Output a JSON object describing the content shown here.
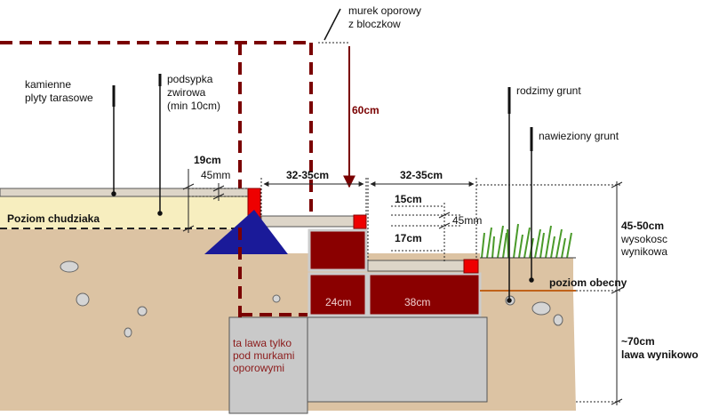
{
  "labels": {
    "murek_line1": "murek oporowy",
    "murek_line2": "z bloczkow",
    "kamienne_line1": "kamienne",
    "kamienne_line2": "plyty tarasowe",
    "podsypka_line1": "podsypka",
    "podsypka_line2": "zwirowa",
    "podsypka_line3": "(min 10cm)",
    "rodzimy": "rodzimy grunt",
    "nawieziony": "nawieziony grunt",
    "dim_60cm": "60cm",
    "dim_19cm": "19cm",
    "dim_45mm_left": "45mm",
    "dim_32_35_left": "32-35cm",
    "dim_32_35_right": "32-35cm",
    "dim_15cm": "15cm",
    "dim_45mm_right": "45mm",
    "dim_17cm": "17cm",
    "poziom_chudziaka": "Poziom chudziaka",
    "poziom_obecny": "poziom obecny",
    "dim_45_50": "45-50cm",
    "wysokosc_line1": "wysokosc",
    "wysokosc_line2": "wynikowa",
    "dim_70cm": "~70cm",
    "lawa_wynikowo": "lawa wynikowo",
    "block_24cm": "24cm",
    "block_38cm": "38cm",
    "lawa_note_line1": "ta lawa tylko",
    "lawa_note_line2": "pod murkami",
    "lawa_note_line3": "oporowymi"
  },
  "colors": {
    "soil": "#dcc3a3",
    "gravel": "#f7eebf",
    "slab": "#ddd5c8",
    "block": "#8a0000",
    "red_edge": "#ee0000",
    "foundation": "#c9c9c9",
    "dashed": "#7a0000",
    "marker": "#1a1a99",
    "grass": "#4a9a2a",
    "note_text": "#8b1a1a"
  }
}
